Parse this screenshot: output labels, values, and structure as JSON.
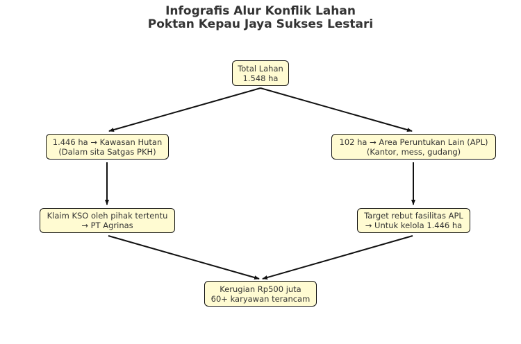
{
  "title": {
    "line1": "Infografis Alur Konflik Lahan",
    "line2": "Poktan Kepau Jaya Sukses Lestari"
  },
  "nodes": {
    "total": {
      "line1": "Total Lahan",
      "line2": "1.548 ha"
    },
    "hutan": {
      "line1": "1.446 ha → Kawasan Hutan",
      "line2": "(Dalam sita Satgas PKH)"
    },
    "apl": {
      "line1": "102 ha → Area Peruntukan Lain (APL)",
      "line2": "(Kantor, mess, gudang)"
    },
    "kso": {
      "line1": "Klaim KSO oleh pihak tertentu",
      "line2": "→ PT Agrinas"
    },
    "target": {
      "line1": "Target rebut fasilitas APL",
      "line2": "→ Untuk kelola 1.446 ha"
    },
    "kerugian": {
      "line1": "Kerugian Rp500 juta",
      "line2": "60+ karyawan terancam"
    }
  },
  "colors": {
    "node_fill": "#fffbd2",
    "edge": "#111111"
  }
}
